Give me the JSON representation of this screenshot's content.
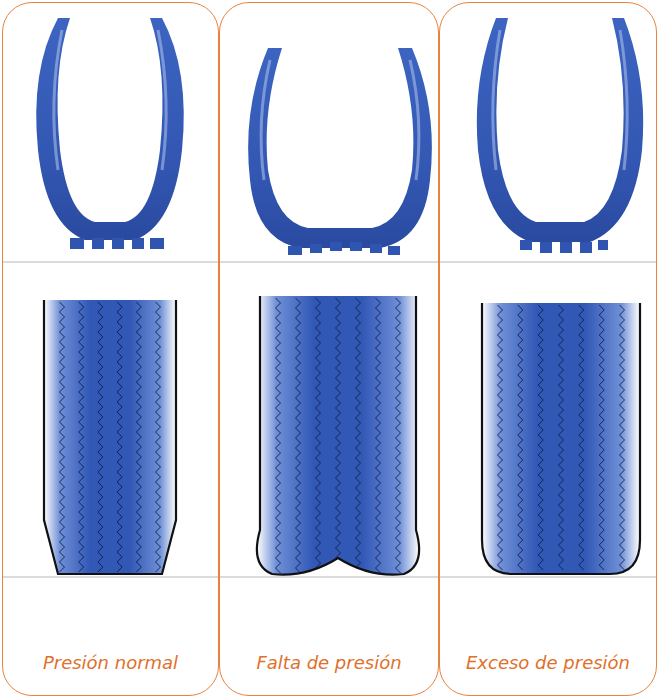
{
  "diagram": {
    "nodes": [
      {
        "text": [
          "Presión normal"
        ]
      },
      {
        "text": [
          "Falta de presión"
        ]
      },
      {
        "text": [
          "Exceso de presión"
        ]
      }
    ]
  }
}
